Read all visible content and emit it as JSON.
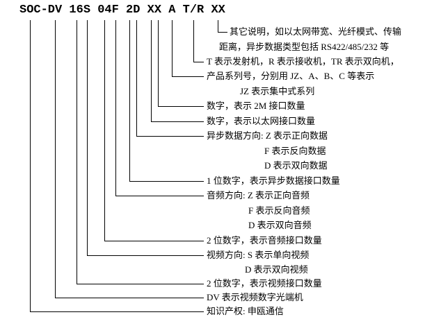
{
  "model": {
    "text": "SOC-DV 16S 04F 2D XX A T/R XX"
  },
  "annotations": {
    "other_line1": "其它说明，如以太网带宽、光纤模式、传输",
    "other_line2": "距离，异步数据类型包括 RS422/485/232 等",
    "transmit": "T 表示发射机，R 表示接收机，TR 表示双向机，",
    "series_line1": "产品系列号，分别用 JZ、A、B、C 等表示",
    "series_line2": "JZ 表示集中式系列",
    "count_2m": "数字，表示 2M 接口数量",
    "count_ethernet": "数字，表示以太网接口数量",
    "async_dir_z": "异步数据方向: Z 表示正向数据",
    "async_dir_f": "F 表示反向数据",
    "async_dir_d": "D 表示双向数据",
    "count_async": "1 位数字，表示异步数据接口数量",
    "audio_dir_z": "音频方向: Z 表示正向音频",
    "audio_dir_f": "F 表示反向音频",
    "audio_dir_d": "D 表示双向音频",
    "count_audio": "2 位数字，表示音频接口数量",
    "video_dir_s": "视频方向: S 表示单向视频",
    "video_dir_d": "D 表示双向视频",
    "count_video": "2 位数字，表示视频接口数量",
    "dv_meaning": "DV 表示视频数字光端机",
    "soc_meaning": "知识产权: 申瓯通信"
  }
}
